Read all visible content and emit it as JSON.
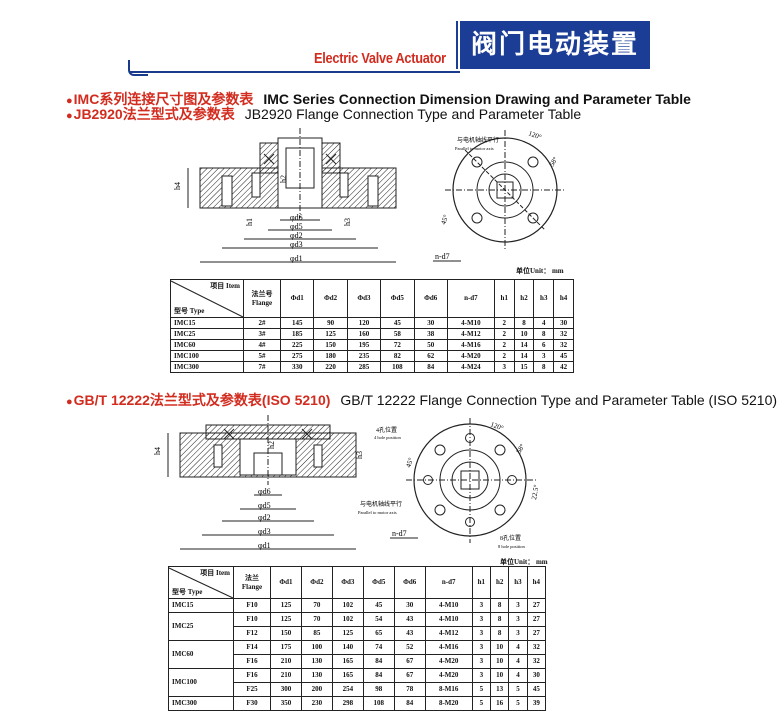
{
  "header": {
    "en_title": "Electric Valve Actuator",
    "zh_title": "阀门电动装置"
  },
  "section1": {
    "zh": "IMC系列连接尺寸图及参数表",
    "en": "IMC Series Connection Dimension Drawing and  Parameter Table"
  },
  "section2": {
    "zh": "JB2920法兰型式及参数表",
    "en": "JB2920 Flange Connection Type and Parameter Table"
  },
  "section3": {
    "zh": "GB/T 12222法兰型式及参数表(ISO 5210)",
    "en": "GB/T 12222 Flange Connection Type and Parameter Table (ISO 5210)"
  },
  "drawing1": {
    "dims": [
      "φd6",
      "φd5",
      "φd2",
      "φd3",
      "φd1"
    ],
    "heights": {
      "h4": "h4",
      "h2": "h2",
      "h1": "h1",
      "h3": "h3"
    },
    "angles": {
      "a1": "120°",
      "a2": "58°",
      "a3": "45°"
    },
    "note_zh": "与电机轴线平行",
    "note_en": "Parallel to motor axis",
    "bolt": "n-d7"
  },
  "drawing2": {
    "dims": [
      "φd6",
      "φd5",
      "φd2",
      "φd3",
      "φd1"
    ],
    "heights": {
      "h4": "h4",
      "h2": "h2",
      "h3": "h3"
    },
    "angles": {
      "a1": "120°",
      "a2": "58°",
      "a3": "45°",
      "a4": "22.5°"
    },
    "note4_zh": "4孔位置",
    "note4_en": "4 hole position",
    "note_zh": "与电机轴线平行",
    "note_en": "Parallel to motor axis",
    "note8_zh": "8孔位置",
    "note8_en": "8 hole position",
    "bolt": "n-d7"
  },
  "table1": {
    "unit": "单位Unit：  mm",
    "head_item": "项目 Item",
    "head_type": "型号 Type",
    "flange_zh": "法兰号",
    "flange_en": "Flange",
    "columns": [
      "Φd1",
      "Φd2",
      "Φd3",
      "Φd5",
      "Φd6",
      "n-d7",
      "h1",
      "h2",
      "h3",
      "h4"
    ],
    "rows": [
      {
        "type": "IMC15",
        "flange": "2#",
        "v": [
          "145",
          "90",
          "120",
          "45",
          "30",
          "4-M10",
          "2",
          "8",
          "4",
          "30"
        ]
      },
      {
        "type": "IMC25",
        "flange": "3#",
        "v": [
          "185",
          "125",
          "160",
          "58",
          "38",
          "4-M12",
          "2",
          "10",
          "8",
          "32"
        ]
      },
      {
        "type": "IMC60",
        "flange": "4#",
        "v": [
          "225",
          "150",
          "195",
          "72",
          "50",
          "4-M16",
          "2",
          "14",
          "6",
          "32"
        ]
      },
      {
        "type": "IMC100",
        "flange": "5#",
        "v": [
          "275",
          "180",
          "235",
          "82",
          "62",
          "4-M20",
          "2",
          "14",
          "3",
          "45"
        ]
      },
      {
        "type": "IMC300",
        "flange": "7#",
        "v": [
          "330",
          "220",
          "285",
          "108",
          "84",
          "4-M24",
          "3",
          "15",
          "8",
          "42"
        ]
      }
    ]
  },
  "table2": {
    "unit": "单位Unit：  mm",
    "head_item": "项目 Item",
    "head_type": "型号 Type",
    "flange_zh": "法兰",
    "flange_en": "Flange",
    "columns": [
      "Φd1",
      "Φd2",
      "Φd3",
      "Φd5",
      "Φd6",
      "n-d7",
      "h1",
      "h2",
      "h3",
      "h4"
    ],
    "groups": [
      {
        "type": "IMC15",
        "rows": [
          {
            "flange": "F10",
            "v": [
              "125",
              "70",
              "102",
              "45",
              "30",
              "4-M10",
              "3",
              "8",
              "3",
              "27"
            ]
          }
        ]
      },
      {
        "type": "IMC25",
        "rows": [
          {
            "flange": "F10",
            "v": [
              "125",
              "70",
              "102",
              "54",
              "43",
              "4-M10",
              "3",
              "8",
              "3",
              "27"
            ]
          },
          {
            "flange": "F12",
            "v": [
              "150",
              "85",
              "125",
              "65",
              "43",
              "4-M12",
              "3",
              "8",
              "3",
              "27"
            ]
          }
        ]
      },
      {
        "type": "IMC60",
        "rows": [
          {
            "flange": "F14",
            "v": [
              "175",
              "100",
              "140",
              "74",
              "52",
              "4-M16",
              "3",
              "10",
              "4",
              "32"
            ]
          },
          {
            "flange": "F16",
            "v": [
              "210",
              "130",
              "165",
              "84",
              "67",
              "4-M20",
              "3",
              "10",
              "4",
              "32"
            ]
          }
        ]
      },
      {
        "type": "IMC100",
        "rows": [
          {
            "flange": "F16",
            "v": [
              "210",
              "130",
              "165",
              "84",
              "67",
              "4-M20",
              "3",
              "10",
              "4",
              "30"
            ]
          },
          {
            "flange": "F25",
            "v": [
              "300",
              "200",
              "254",
              "98",
              "78",
              "8-M16",
              "5",
              "13",
              "5",
              "45"
            ]
          }
        ]
      },
      {
        "type": "IMC300",
        "rows": [
          {
            "flange": "F30",
            "v": [
              "350",
              "230",
              "298",
              "108",
              "84",
              "8-M20",
              "5",
              "16",
              "5",
              "39"
            ]
          }
        ]
      }
    ]
  }
}
